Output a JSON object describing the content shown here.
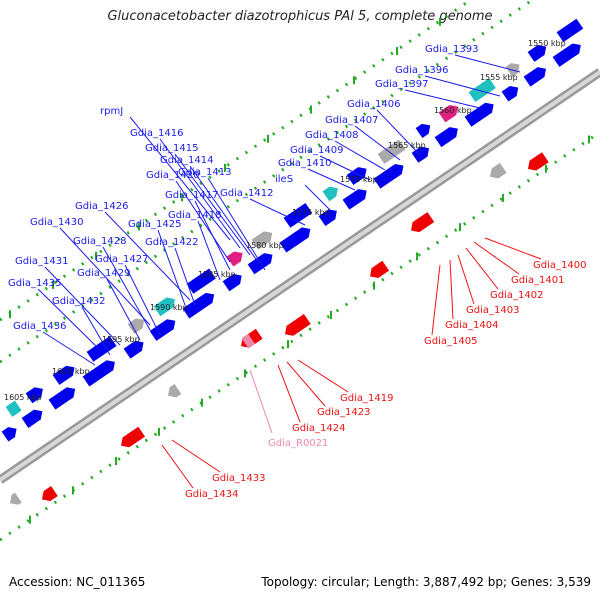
{
  "title": "Gluconacetobacter diazotrophicus PAl 5, complete genome",
  "footer": {
    "accession": "Accession: NC_011365",
    "stats": "Topology: circular; Length: 3,887,492 bp; Genes: 3,539"
  },
  "colors": {
    "forward_gene": "#0000ee",
    "reverse_gene": "#ee0000",
    "rna_gene": "#ee88aa",
    "backbone": "#888888",
    "tick": "#22aa22"
  },
  "kbp_ticks": [
    "1550 kbp",
    "1555 kbp",
    "1560 kbp",
    "1565 kbp",
    "1570 kbp",
    "1575 kbp",
    "1580 kbp",
    "1585 kbp",
    "1590 kbp",
    "1595 kbp",
    "1600 kbp",
    "1605 kbp"
  ],
  "forward_gene_labels": [
    "Gdia_1393",
    "Gdia_1396",
    "Gdia_1397",
    "Gdia_1406",
    "Gdia_1407",
    "Gdia_1408",
    "Gdia_1409",
    "Gdia_1410",
    "ileS",
    "Gdia_1412",
    "rpmJ",
    "Gdia_1416",
    "Gdia_1415",
    "Gdia_1414",
    "Gdia_1413",
    "Gdia_1420",
    "Gdia_1417",
    "Gdia_1418",
    "Gdia_1426",
    "Gdia_1425",
    "Gdia_1430",
    "Gdia_1422",
    "Gdia_1428",
    "Gdia_1427",
    "Gdia_1431",
    "Gdia_1429",
    "Gdia_1435",
    "Gdia_1432",
    "Gdia_1436"
  ],
  "reverse_gene_labels": [
    "Gdia_1400",
    "Gdia_1401",
    "Gdia_1402",
    "Gdia_1403",
    "Gdia_1404",
    "Gdia_1405",
    "Gdia_1419",
    "Gdia_1423",
    "Gdia_1424",
    "Gdia_1433",
    "Gdia_1434"
  ],
  "rna_gene_labels": [
    "Gdia_R0021"
  ]
}
